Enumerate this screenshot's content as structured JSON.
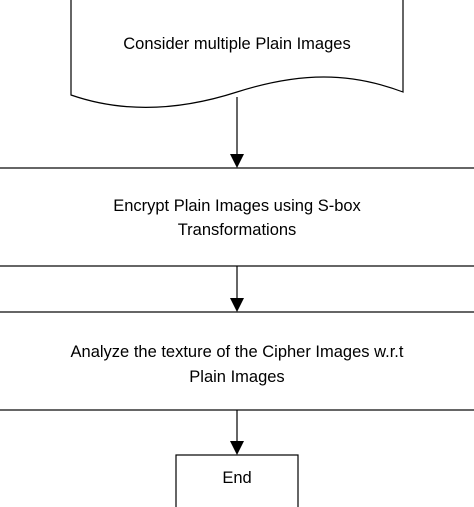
{
  "diagram": {
    "nodes": [
      {
        "id": "consider",
        "shape": "document",
        "lines": [
          "Consider multiple Plain Images"
        ]
      },
      {
        "id": "encrypt",
        "shape": "process",
        "lines": [
          "Encrypt Plain Images using S-box",
          "Transformations"
        ]
      },
      {
        "id": "analyze",
        "shape": "process",
        "lines": [
          "Analyze the texture of the Cipher Images w.r.t",
          "Plain Images"
        ]
      },
      {
        "id": "end",
        "shape": "process",
        "lines": [
          "End"
        ]
      }
    ],
    "edges": [
      {
        "from": "consider",
        "to": "encrypt"
      },
      {
        "from": "encrypt",
        "to": "analyze"
      },
      {
        "from": "analyze",
        "to": "end"
      }
    ]
  }
}
